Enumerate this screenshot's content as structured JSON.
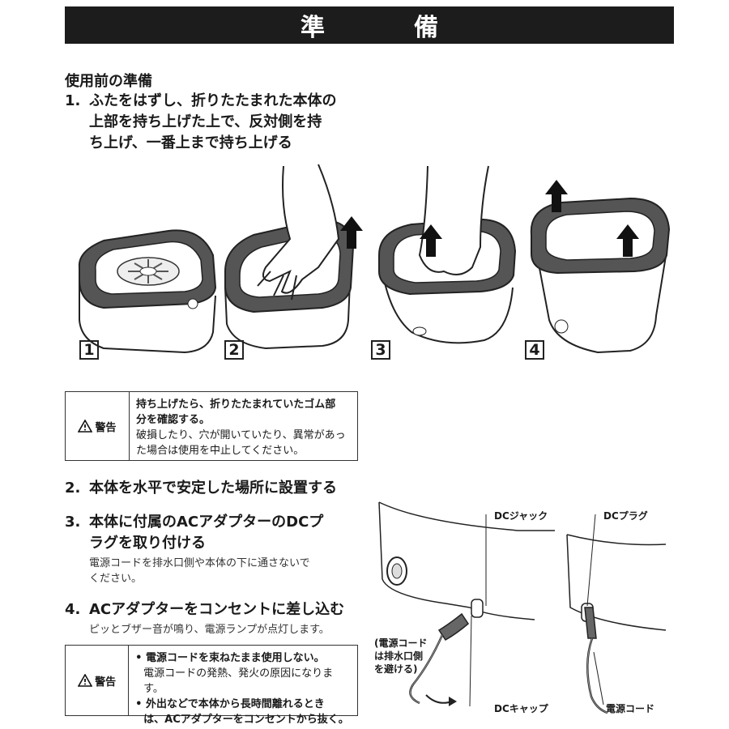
{
  "header": {
    "title": "準　備"
  },
  "section": {
    "heading": "使用前の準備"
  },
  "step1": {
    "num": "1.",
    "line1": "ふたをはずし、折りたたまれた本体の",
    "line2": "上部を持ち上げた上で、反対側を持",
    "line3": "ち上げ、一番上まで持ち上げる"
  },
  "figures": {
    "labels": [
      "1",
      "2",
      "3",
      "4"
    ]
  },
  "warning1": {
    "label": "警告",
    "line1": "持ち上げたら、折りたたまれていたゴム部",
    "line2": "分を確認する。",
    "line3": "破損したり、穴が開いていたり、異常があっ",
    "line4": "た場合は使用を中止してください。"
  },
  "step2": {
    "num": "2.",
    "text": "本体を水平で安定した場所に設置する"
  },
  "step3": {
    "num": "3.",
    "line1": "本体に付属のACアダプターのDCプ",
    "line2": "ラグを取り付ける",
    "note1": "電源コードを排水口側や本体の下に通さないで",
    "note2": "ください。"
  },
  "step4": {
    "num": "4.",
    "text": "ACアダプターをコンセントに差し込む",
    "note": "ピッとブザー音が鳴り、電源ランプが点灯します。"
  },
  "warning2": {
    "label": "警告",
    "bullet1": "• 電源コードを束ねたまま使用しない。",
    "bullet1_sub": "電源コードの発熱、発火の原因になります。",
    "bullet2_line1": "• 外出などで本体から長時間離れるとき",
    "bullet2_line2": "は、ACアダプターをコンセントから抜く。"
  },
  "diagram": {
    "dc_jack": "DCジャック",
    "dc_plug": "DCプラグ",
    "cord_note1": "(電源コード",
    "cord_note2": "は排水口側",
    "cord_note3": "を避ける)",
    "dc_cap": "DCキャップ",
    "power_cord": "電源コード"
  }
}
